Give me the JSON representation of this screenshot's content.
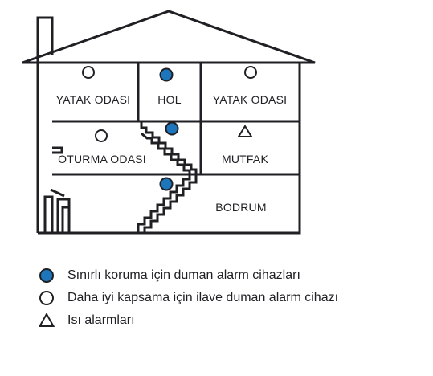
{
  "colors": {
    "line": "#1f1f24",
    "limited_protection": "#1d76bb",
    "extra_coverage": "#ffffff"
  },
  "rooms": {
    "bedroom_left": "YATAK ODASI",
    "hall": "HOL",
    "bedroom_right": "YATAK ODASI",
    "living_room": "OTURMA ODASI",
    "kitchen": "MUTFAK",
    "basement": "BODRUM"
  },
  "legend": [
    {
      "symbol": "filled-circle-icon",
      "label": "Sınırlı koruma için duman alarm cihazları"
    },
    {
      "symbol": "open-circle-icon",
      "label": "Daha iyi kapsama için ilave duman alarm cihazı"
    },
    {
      "symbol": "triangle-icon",
      "label": "Isı alarmları"
    }
  ]
}
